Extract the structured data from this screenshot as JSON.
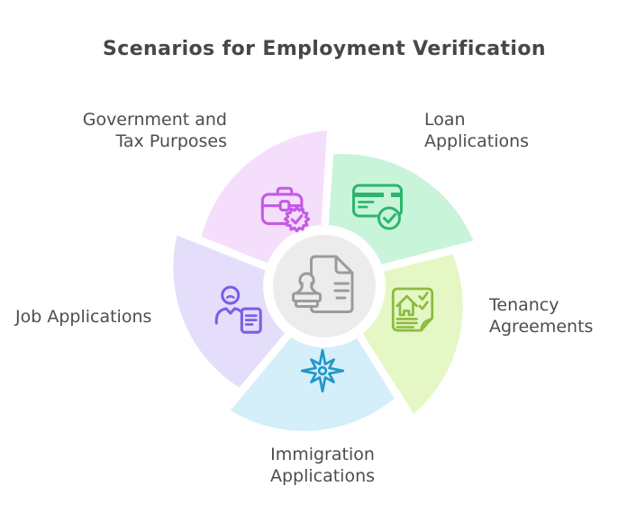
{
  "title": "Scenarios for Employment Verification",
  "center": {
    "icon": "stamped-document-icon",
    "bg": "#ececec",
    "ring": "#ffffff",
    "icon_color": "#9b9b9b"
  },
  "segments": [
    {
      "id": "government-tax",
      "label_lines": [
        "Government and",
        "Tax Purposes"
      ],
      "color": "#f5defb",
      "icon": "briefcase-seal-icon",
      "icon_color": "#c45ae6"
    },
    {
      "id": "loan",
      "label_lines": [
        "Loan",
        "Applications"
      ],
      "color": "#c8f4da",
      "icon": "credit-card-check-icon",
      "icon_color": "#2db56d"
    },
    {
      "id": "tenancy",
      "label_lines": [
        "Tenancy",
        "Agreements"
      ],
      "color": "#e4f7c4",
      "icon": "house-document-icon",
      "icon_color": "#8cbb3e"
    },
    {
      "id": "immigration",
      "label_lines": [
        "Immigration",
        "Applications"
      ],
      "color": "#d4eefa",
      "icon": "compass-star-icon",
      "icon_color": "#2197ca"
    },
    {
      "id": "job",
      "label_lines": [
        "Job Applications"
      ],
      "color": "#e4defb",
      "icon": "person-document-icon",
      "icon_color": "#7b5ee9"
    }
  ],
  "text_color": "#4d4d4d",
  "title_color": "#474747"
}
